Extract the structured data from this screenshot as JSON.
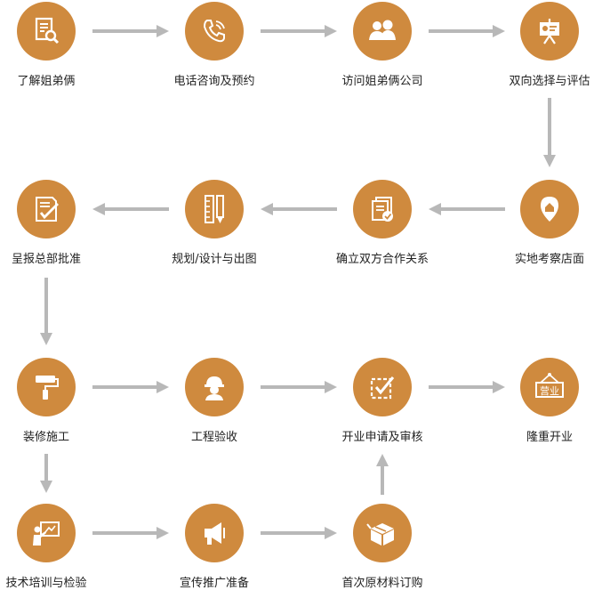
{
  "steps": [
    {
      "label": "了解姐弟俩",
      "icon": "document-search-icon"
    },
    {
      "label": "电话咨询及预约",
      "icon": "phone-icon"
    },
    {
      "label": "访问姐弟俩公司",
      "icon": "people-icon"
    },
    {
      "label": "双向选择与评估",
      "icon": "presentation-board-icon"
    },
    {
      "label": "实地考察店面",
      "icon": "location-pin-icon"
    },
    {
      "label": "确立双方合作关系",
      "icon": "contract-check-icon"
    },
    {
      "label": "规划/设计与出图",
      "icon": "ruler-pencil-icon"
    },
    {
      "label": "呈报总部批准",
      "icon": "document-approve-icon"
    },
    {
      "label": "装修施工",
      "icon": "paint-roller-icon"
    },
    {
      "label": "工程验收",
      "icon": "worker-helmet-icon"
    },
    {
      "label": "开业申请及审核",
      "icon": "checkbox-icon"
    },
    {
      "label": "隆重开业",
      "icon": "open-sign-icon"
    },
    {
      "label": "技术培训与检验",
      "icon": "trainer-board-icon"
    },
    {
      "label": "宣传推广准备",
      "icon": "megaphone-icon"
    },
    {
      "label": "首次原材料订购",
      "icon": "box-icon"
    }
  ],
  "sign_text": "营业",
  "colors": {
    "accent": "#cf8a3e",
    "arrow": "#b8b8b8",
    "text": "#222222"
  }
}
